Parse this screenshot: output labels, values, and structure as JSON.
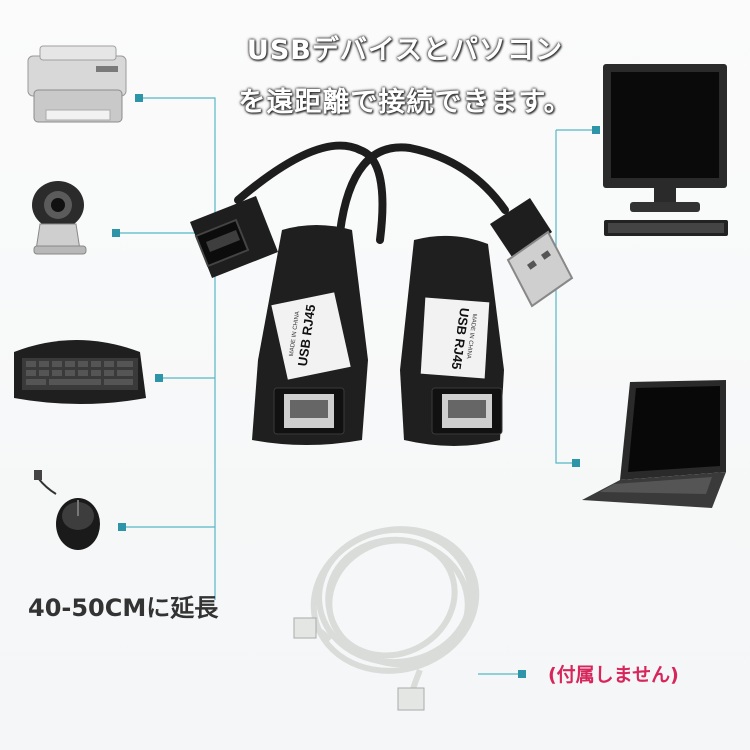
{
  "headline": {
    "line1": "USBデバイスとパソコン",
    "line2": "を遠距離で接続できます。"
  },
  "length_label": "40-50CMに延長",
  "cable_note": "(付属しません)",
  "adapter": {
    "left_label": "USB RJ45",
    "right_label": "USB RJ45",
    "made_in": "MADE IN CHINA"
  },
  "colors": {
    "connector_line": "#56b7c6",
    "connector_dot": "#2e95a8",
    "note_text": "#d7265b",
    "headline_text": "#ffffff"
  },
  "devices_left": [
    "printer-icon",
    "webcam-icon",
    "keyboard-icon",
    "mouse-icon"
  ],
  "devices_right": [
    "monitor-icon",
    "laptop-icon"
  ]
}
